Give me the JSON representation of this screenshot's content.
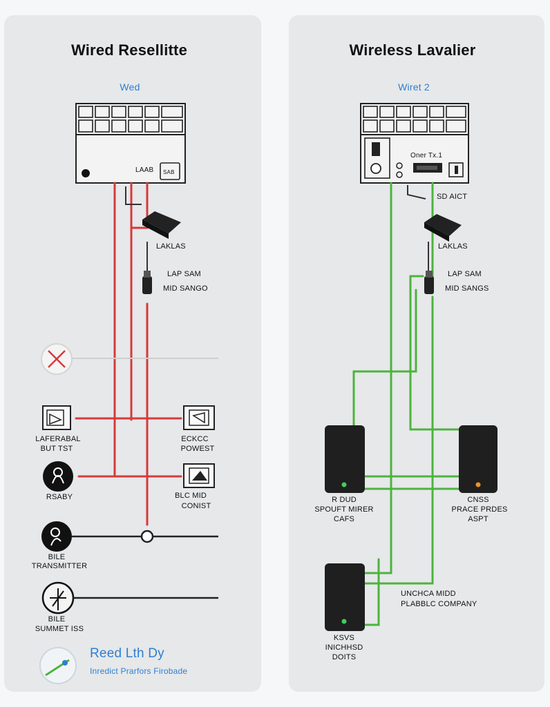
{
  "wired": {
    "title": "Wired Resellitte",
    "subtitle": "Wed",
    "panel_label": "LAAB",
    "panel_badge": "SAB",
    "mic_label": "LAKLAS",
    "mic_side_1": "LAP SAM",
    "mic_side_2": "MID SANGO",
    "dev_left_1a": "LAFERABAL",
    "dev_left_1b": "BUT TST",
    "dev_right_1a": "ECKCC",
    "dev_right_1b": "POWEST",
    "dev_left_2": "RSABY",
    "dev_right_2a": "BLC MID",
    "dev_right_2b": "CONIST",
    "dev_left_3a": "BILE",
    "dev_left_3b": "TRANSMITTER",
    "dev_left_4a": "BILE",
    "dev_left_4b": "SUMMET ISS",
    "footer_title": "Reed Lth Dy",
    "footer_sub": "Inredict Prarfors Firobade"
  },
  "wireless": {
    "title": "Wireless Lavalier",
    "subtitle": "Wiret 2",
    "panel_label": "Oner Tx.1",
    "act_label": "SD AICT",
    "mic_label": "LAKLAS",
    "mic_side_1": "LAP SAM",
    "mic_side_2": "MID SANGS",
    "recv1_a": "R DUD",
    "recv1_b": "SPOUFT MIRER",
    "recv1_c": "CAFS",
    "recv2_a": "CNSS",
    "recv2_b": "PRACE PRDES",
    "recv2_c": "ASPT",
    "recv3_a": "KSVS",
    "recv3_b": "INICHHSD",
    "recv3_c": "DOITS",
    "company_1": "UNCHCA MIDD",
    "company_2": "PLABBLC COMPANY"
  },
  "colors": {
    "wired_line": "#d63a3a",
    "wireless_line": "#4db33d",
    "led_green": "#3fcf5a",
    "led_orange": "#f0922b",
    "accent_blue": "#2f7fd0"
  }
}
